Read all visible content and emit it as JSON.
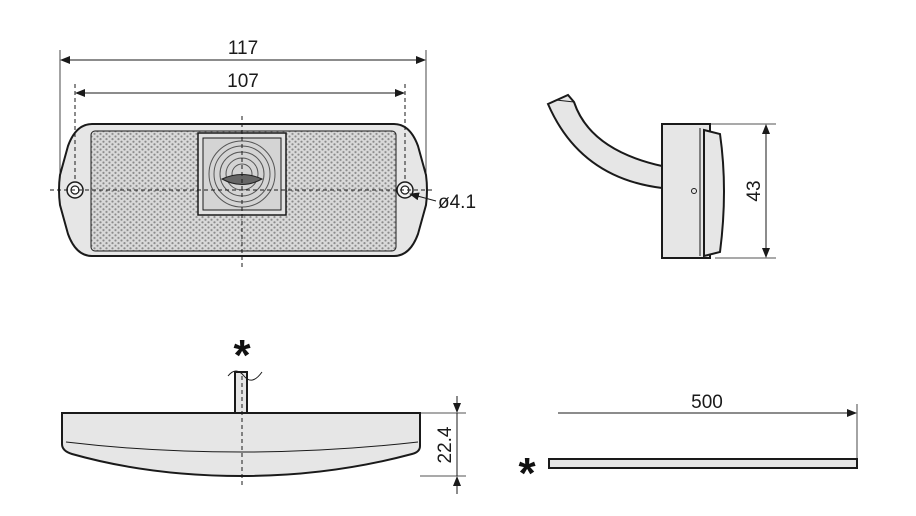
{
  "dimensions": {
    "overall_length": "117",
    "hole_spacing": "107",
    "hole_diameter": "ø4.1",
    "side_height": "43",
    "bottom_height": "22.4",
    "cable_length": "500"
  },
  "markers": {
    "cable_marker_top": "*",
    "cable_marker_right": "*"
  },
  "colors": {
    "line": "#1a1a1a",
    "body_fill": "#e6e6e6",
    "lens_fill": "#d8d8d8"
  }
}
